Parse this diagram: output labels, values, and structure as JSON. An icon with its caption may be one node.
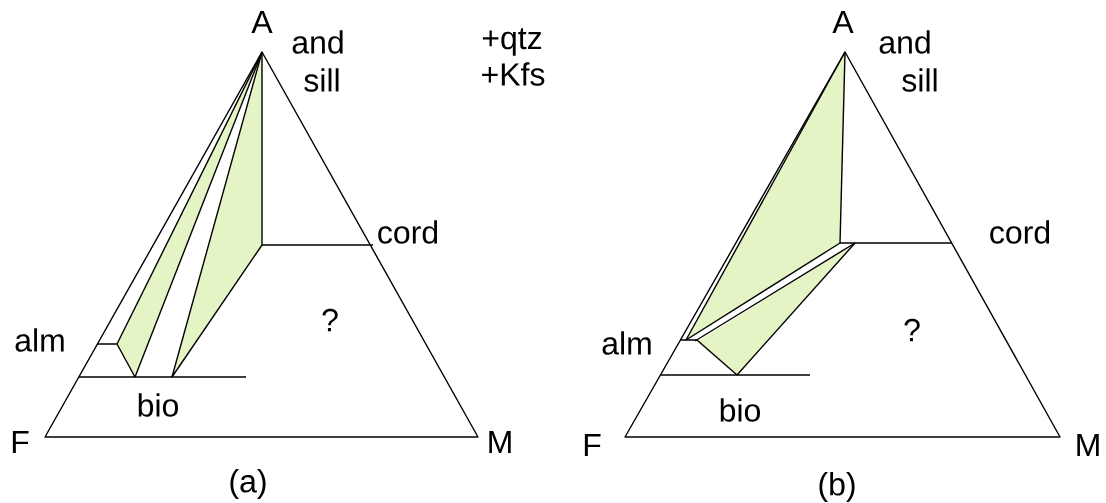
{
  "diagram": {
    "labels": [
      "A",
      "and",
      "sill",
      "+qtz",
      "+Kfs",
      "A",
      "and",
      "sill",
      "cord",
      "cord",
      "?",
      "alm",
      "alm",
      "?",
      "bio",
      "bio",
      "F",
      "M",
      "F",
      "M",
      "(a)",
      "(b)"
    ]
  }
}
